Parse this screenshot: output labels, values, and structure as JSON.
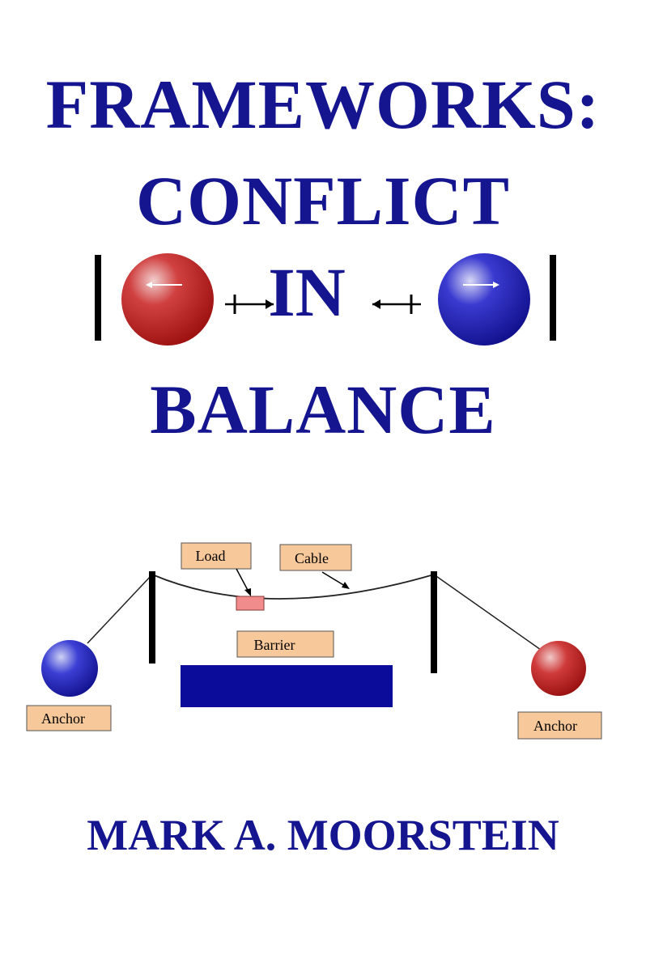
{
  "cover": {
    "title_line_1": "FRAMEWORKS:",
    "title_line_2": "CONFLICT",
    "title_line_3_word": "IN",
    "title_line_4": "BALANCE",
    "author": "MARK A. MOORSTEIN"
  },
  "diagram": {
    "labels": {
      "load": "Load",
      "cable": "Cable",
      "barrier": "Barrier",
      "anchor_left": "Anchor",
      "anchor_right": "Anchor"
    }
  },
  "colors": {
    "title": "#15158f",
    "red_ball": "#b81c1c",
    "blue_ball": "#1a1ab8",
    "label_fill": "#f7c89a",
    "load_fill": "#f08c8c",
    "barrier_fill": "#0c0c9a",
    "post": "#000000"
  }
}
